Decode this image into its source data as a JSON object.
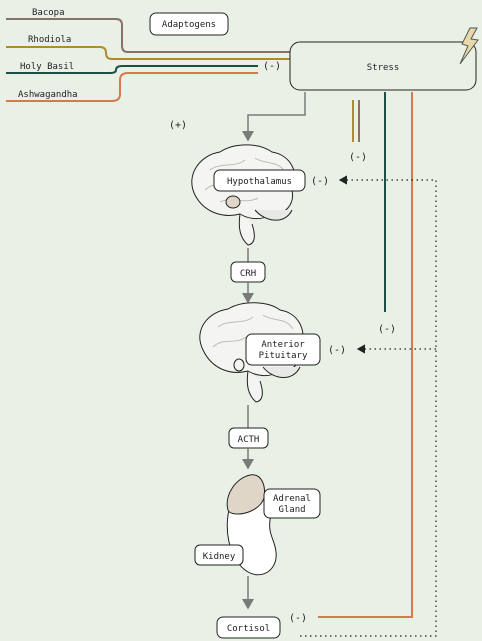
{
  "herbs": [
    {
      "label": "Bacopa",
      "color": "#8a6f6a"
    },
    {
      "label": "Rhodiola",
      "color": "#b08a2c"
    },
    {
      "label": "Holy Basil",
      "color": "#1e4f45"
    },
    {
      "label": "Ashwagandha",
      "color": "#d9774f"
    }
  ],
  "adaptogens_label": "Adaptogens",
  "stress_label": "Stress",
  "neg": "(-)",
  "pos": "(+)",
  "nodes": {
    "hypothalamus": "Hypothalamus",
    "crh": "CRH",
    "anterior_pituitary_1": "Anterior",
    "anterior_pituitary_2": "Pituitary",
    "acth": "ACTH",
    "adrenal_1": "Adrenal",
    "adrenal_2": "Gland",
    "kidney": "Kidney",
    "cortisol": "Cortisol"
  },
  "colors": {
    "background": "#e9f1e7",
    "arrow_gray": "#7a7a7a",
    "bacopa": "#8a6f6a",
    "rhodiola": "#b08a2c",
    "holy_basil": "#1e4f45",
    "ashwagandha": "#d9774f",
    "lightning": "#e8d9a8",
    "adrenal_fill": "#e0d6c8"
  }
}
